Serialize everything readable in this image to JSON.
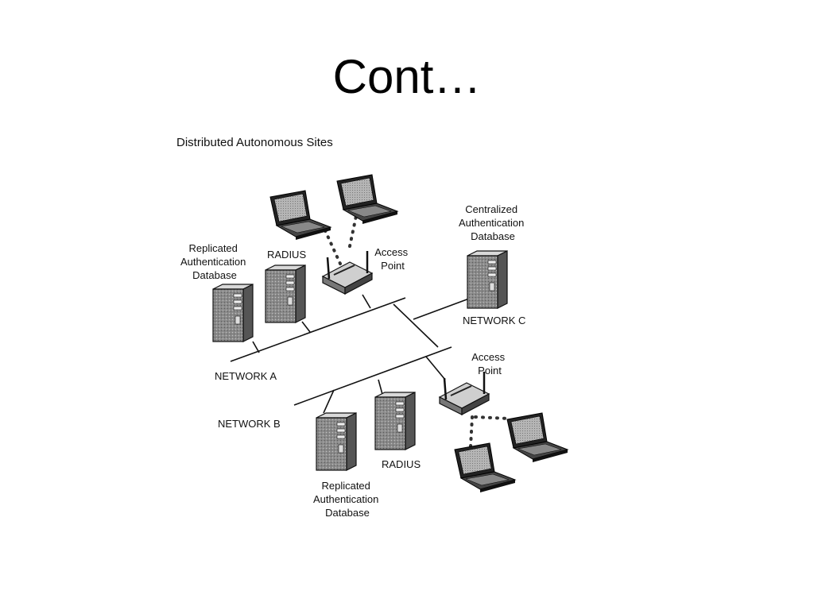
{
  "slide": {
    "title": "Cont…"
  },
  "diagram": {
    "title": "Distributed Autonomous Sites",
    "network_a": "NETWORK A",
    "network_b": "NETWORK B",
    "network_c": "NETWORK C",
    "radius_a": "RADIUS",
    "radius_b": "RADIUS",
    "access_point_top": [
      "Access",
      "Point"
    ],
    "access_point_bottom": [
      "Access",
      "Point"
    ],
    "replicated_db_top": [
      "Replicated",
      "Authentication",
      "Database"
    ],
    "replicated_db_bottom": [
      "Replicated",
      "Authentication",
      "Database"
    ],
    "centralized_db": [
      "Centralized",
      "Authentication",
      "Database"
    ]
  }
}
